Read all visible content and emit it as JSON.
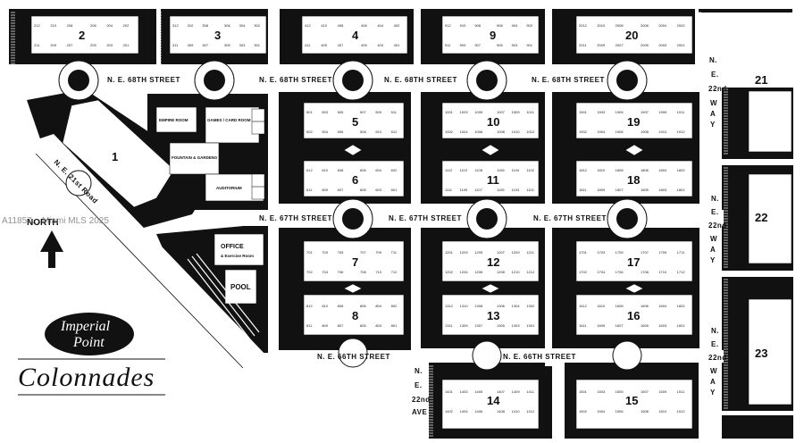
{
  "site": {
    "logo_line1": "Imperial",
    "logo_line2": "Point",
    "logo_main": "Colonnades",
    "north_label": "NORTH",
    "watermark": "A11857... Miami MLS 2025"
  },
  "colors": {
    "road": "#ffffff",
    "block": "#111111",
    "building": "#ffffff",
    "ink": "#111111"
  },
  "streets": {
    "ne_68th": "N. E. 68TH STREET",
    "ne_67th": "N. E. 67TH STREET",
    "ne_66th": "N. E. 66TH STREET",
    "ne_21st": "N. E. 21st Road",
    "ne_22nd_way": [
      "N.",
      "E.",
      "22nd",
      "W",
      "A",
      "Y"
    ],
    "ne_22nd_ave": [
      "N.",
      "E.",
      "22nd",
      "AVE"
    ]
  },
  "amenities": {
    "empire_room": "EMPIRE ROOM",
    "games_room": "GAMES / CARD ROOM",
    "fountain": "FOUNTAIN & GARDENS",
    "auditorium": "AUDITORIUM",
    "office": "OFFICE",
    "exercise": "& Exercise Room",
    "pool": "POOL"
  },
  "buildings": {
    "b1": "1",
    "b2": "2",
    "b3": "3",
    "b4": "4",
    "b5": "5",
    "b6": "6",
    "b7": "7",
    "b8": "8",
    "b9": "9",
    "b10": "10",
    "b11": "11",
    "b12": "12",
    "b13": "13",
    "b14": "14",
    "b15": "15",
    "b16": "16",
    "b17": "17",
    "b18": "18",
    "b19": "19",
    "b20": "20",
    "b21": "21",
    "b22": "22",
    "b23": "23"
  },
  "unit_samples": {
    "b2": [
      "212",
      "210",
      "208",
      "206",
      "204",
      "202",
      "211",
      "209",
      "207",
      "205",
      "203",
      "201"
    ],
    "b3": [
      "312",
      "310",
      "308",
      "306",
      "304",
      "302",
      "311",
      "309",
      "307",
      "305",
      "303",
      "301"
    ],
    "b4": [
      "412",
      "410",
      "408",
      "406",
      "404",
      "402",
      "411",
      "409",
      "407",
      "405",
      "403",
      "401"
    ],
    "b9": [
      "912",
      "910",
      "908",
      "906",
      "904",
      "902",
      "911",
      "909",
      "907",
      "905",
      "903",
      "901"
    ],
    "b20": [
      "2012",
      "2010",
      "2008",
      "2006",
      "2004",
      "2002",
      "2011",
      "2009",
      "2007",
      "2005",
      "2003",
      "2001"
    ],
    "b5": [
      "501",
      "503",
      "505",
      "507",
      "509",
      "511",
      "502",
      "504",
      "506",
      "508",
      "510",
      "512"
    ],
    "b6": [
      "612",
      "610",
      "608",
      "606",
      "604",
      "602",
      "611",
      "609",
      "607",
      "605",
      "603",
      "601"
    ],
    "b7": [
      "701",
      "703",
      "705",
      "707",
      "709",
      "711",
      "702",
      "704",
      "706",
      "708",
      "710",
      "712"
    ],
    "b8": [
      "812",
      "810",
      "808",
      "806",
      "804",
      "802",
      "811",
      "809",
      "807",
      "805",
      "803",
      "801"
    ],
    "b10": [
      "1001",
      "1003",
      "1005",
      "1007",
      "1009",
      "1011",
      "1002",
      "1004",
      "1006",
      "1008",
      "1010",
      "1012"
    ],
    "b11": [
      "1112",
      "1110",
      "1108",
      "1106",
      "1104",
      "1102",
      "1111",
      "1109",
      "1107",
      "1105",
      "1103",
      "1101"
    ],
    "b12": [
      "1201",
      "1203",
      "1205",
      "1207",
      "1209",
      "1211",
      "1202",
      "1204",
      "1206",
      "1208",
      "1210",
      "1212"
    ],
    "b13": [
      "1312",
      "1310",
      "1308",
      "1306",
      "1304",
      "1302",
      "1311",
      "1309",
      "1307",
      "1305",
      "1303",
      "1301"
    ],
    "b14": [
      "1401",
      "1403",
      "1405",
      "1407",
      "1409",
      "1411",
      "1402",
      "1404",
      "1406",
      "1408",
      "1410",
      "1412"
    ],
    "b15": [
      "1501",
      "1503",
      "1505",
      "1507",
      "1509",
      "1511",
      "1502",
      "1504",
      "1506",
      "1508",
      "1510",
      "1512"
    ],
    "b16": [
      "1612",
      "1610",
      "1608",
      "1606",
      "1604",
      "1602",
      "1611",
      "1609",
      "1607",
      "1605",
      "1603",
      "1601"
    ],
    "b17": [
      "1701",
      "1703",
      "1705",
      "1707",
      "1709",
      "1711",
      "1702",
      "1704",
      "1706",
      "1708",
      "1710",
      "1712"
    ],
    "b18": [
      "1812",
      "1810",
      "1808",
      "1806",
      "1804",
      "1802",
      "1811",
      "1809",
      "1807",
      "1805",
      "1803",
      "1801"
    ],
    "b19": [
      "1901",
      "1903",
      "1905",
      "1907",
      "1909",
      "1911",
      "1902",
      "1904",
      "1906",
      "1908",
      "1910",
      "1912"
    ]
  }
}
